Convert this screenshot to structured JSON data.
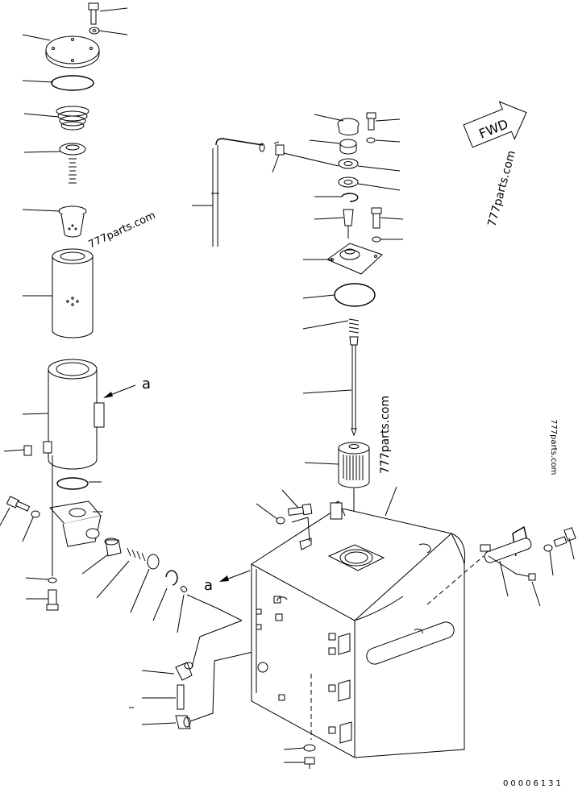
{
  "diagram": {
    "drawing_number": "00006131",
    "view_label": "a",
    "direction_label": "FWD",
    "watermarks": [
      "777parts.com",
      "777parts.com",
      "777parts.com",
      "777parts.com"
    ]
  }
}
